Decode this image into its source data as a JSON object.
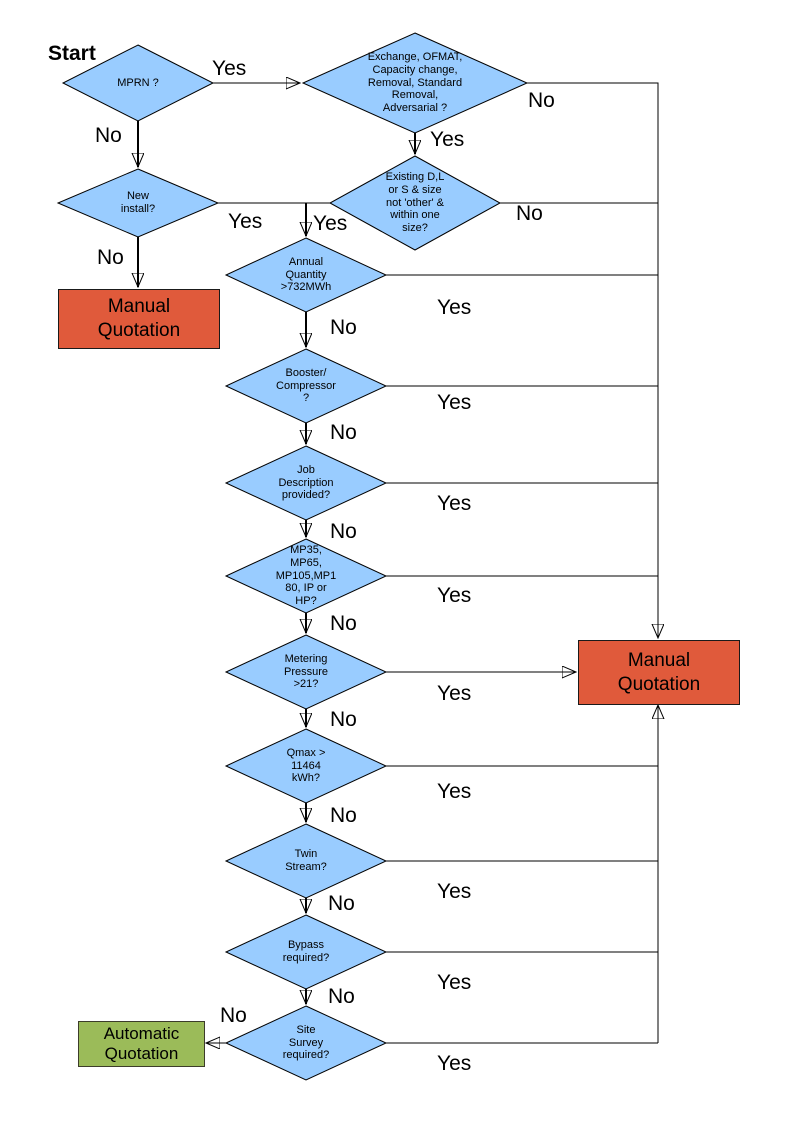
{
  "labels": {
    "yes": "Yes",
    "no": "No",
    "start": "Start"
  },
  "colors": {
    "diamond-fill": "#99CCFF",
    "diamond-stroke": "#000000",
    "manual-fill": "#E05A3B",
    "auto-fill": "#9BBB59",
    "line": "#000000"
  },
  "diamonds": [
    {
      "id": "mprn",
      "text": "MPRN ?"
    },
    {
      "id": "exchange",
      "text": "Exchange, OFMAT,\nCapacity change,\nRemoval, Standard\nRemoval,\nAdversarial ?"
    },
    {
      "id": "existing-size",
      "text": "Existing D,L\nor S & size\nnot 'other' &\nwithin one\nsize?"
    },
    {
      "id": "new-install",
      "text": "New\ninstall?"
    },
    {
      "id": "annual-quantity",
      "text": "Annual\nQuantity\n>732MWh"
    },
    {
      "id": "booster-compressor",
      "text": "Booster/\nCompressor\n?"
    },
    {
      "id": "job-description",
      "text": "Job\nDescription\nprovided?"
    },
    {
      "id": "meter-pressure-tier",
      "text": "MP35,\nMP65,\nMP105,MP1\n80, IP or\nHP?"
    },
    {
      "id": "metering-pressure",
      "text": "Metering\nPressure\n>21?"
    },
    {
      "id": "qmax",
      "text": "Qmax >\n11464\nkWh?"
    },
    {
      "id": "twin-stream",
      "text": "Twin\nStream?"
    },
    {
      "id": "bypass-required",
      "text": "Bypass\nrequired?"
    },
    {
      "id": "site-survey",
      "text": "Site\nSurvey\nrequired?"
    }
  ],
  "boxes": {
    "manual_left": "Manual\nQuotation",
    "manual_right": "Manual\nQuotation",
    "automatic": "Automatic\nQuotation"
  }
}
